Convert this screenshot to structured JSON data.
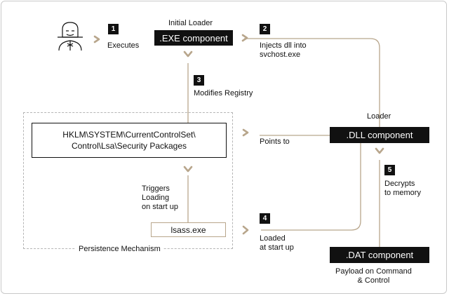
{
  "colors": {
    "accent": "#b8a68c",
    "box_dark": "#111111",
    "dashed_border": "#b5b5b5"
  },
  "icons": {
    "user": "hacker-icon",
    "arrow": "chevron-arrow-icon"
  },
  "labels": {
    "initial_loader": "Initial Loader",
    "exe_component": ".EXE component",
    "executes": "Executes",
    "injects": "Injects dll into\nsvchost.exe",
    "modifies_registry": "Modifies Registry",
    "registry_path": "HKLM\\SYSTEM\\CurrentControlSet\\\nControl\\Lsa\\Security Packages",
    "points_to": "Points to",
    "loader": "Loader",
    "dll_component": ".DLL component",
    "triggers": "Triggers\nLoading\non start up",
    "lsass": "lsass.exe",
    "loaded": "Loaded\nat start up",
    "decrypts": "Decrypts\nto memory",
    "dat_component": ".DAT component",
    "payload": "Payload on Command\n& Control",
    "persistence": "Persistence Mechanism"
  },
  "steps": [
    "1",
    "2",
    "3",
    "4",
    "5"
  ]
}
